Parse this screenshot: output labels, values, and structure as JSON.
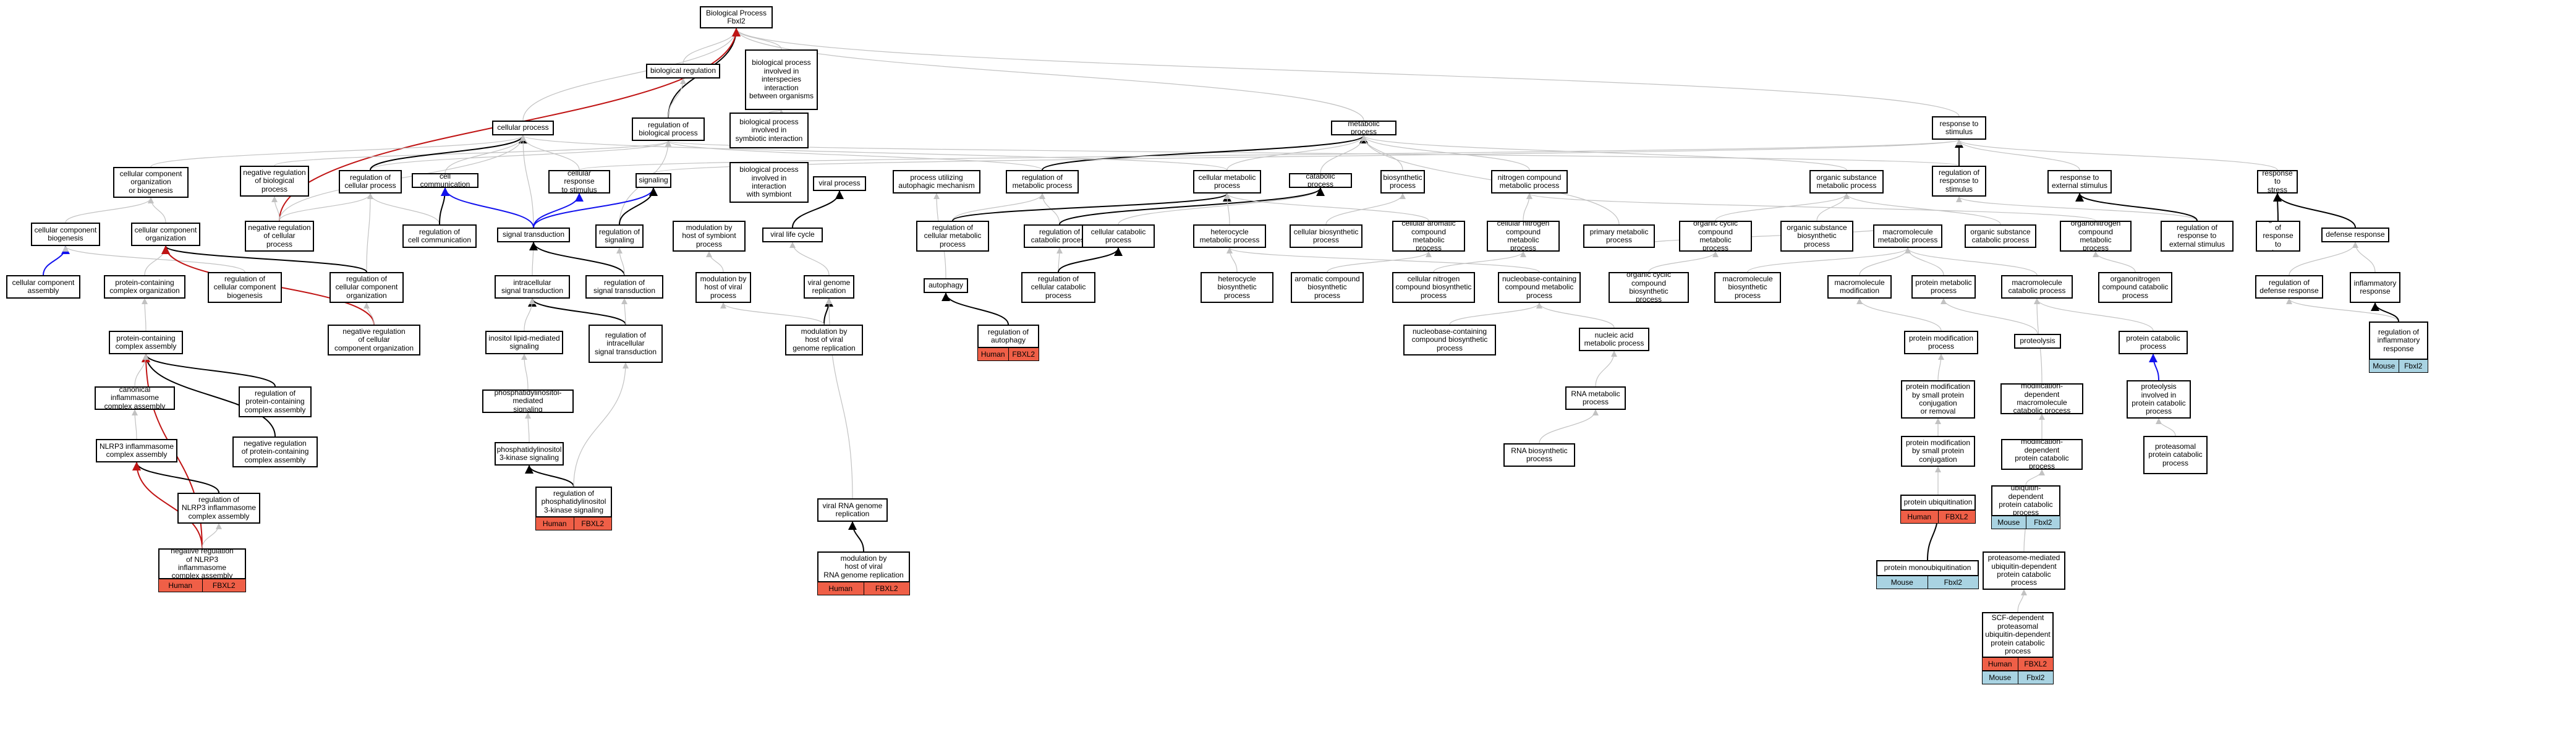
{
  "colors": {
    "edge_default": "#c2c2c2",
    "edge_black": "#000000",
    "edge_blue": "#1212ee",
    "edge_red": "#c01414",
    "human_fill": "#ef5f47",
    "mouse_fill": "#a9d3e2"
  },
  "nodes": [
    {
      "id": "root",
      "label": "Biological Process\nFbxl2"
    },
    {
      "id": "bioreg",
      "label": "biological regulation"
    },
    {
      "id": "interspecies",
      "label": "biological process\ninvolved in\ninterspecies\ninteraction\nbetween organisms"
    },
    {
      "id": "symbiotic",
      "label": "biological process\ninvolved in\nsymbiotic interaction"
    },
    {
      "id": "symbiont",
      "label": "biological process\ninvolved in\ninteraction\nwith symbiont"
    },
    {
      "id": "cellproc",
      "label": "cellular process"
    },
    {
      "id": "regbio",
      "label": "regulation of\nbiological process"
    },
    {
      "id": "metab",
      "label": "metabolic process"
    },
    {
      "id": "respstim",
      "label": "response to\nstimulus"
    },
    {
      "id": "ccorg",
      "label": "cellular component\norganization\nor biogenesis"
    },
    {
      "id": "negregbio",
      "label": "negative regulation\nof biological\nprocess"
    },
    {
      "id": "regcell",
      "label": "regulation of\ncellular process"
    },
    {
      "id": "cellcomm",
      "label": "cell communication"
    },
    {
      "id": "cellresp",
      "label": "cellular response\nto stimulus"
    },
    {
      "id": "signaling",
      "label": "signaling"
    },
    {
      "id": "viralproc",
      "label": "viral process"
    },
    {
      "id": "autophmech",
      "label": "process utilizing\nautophagic mechanism"
    },
    {
      "id": "regmetab",
      "label": "regulation of\nmetabolic process"
    },
    {
      "id": "cellmetab",
      "label": "cellular metabolic\nprocess"
    },
    {
      "id": "catab",
      "label": "catabolic process"
    },
    {
      "id": "biosyn",
      "label": "biosynthetic\nprocess"
    },
    {
      "id": "nitro",
      "label": "nitrogen compound\nmetabolic process"
    },
    {
      "id": "orgsubmetab",
      "label": "organic substance\nmetabolic process"
    },
    {
      "id": "regresp",
      "label": "regulation of\nresponse to\nstimulus"
    },
    {
      "id": "respext",
      "label": "response to\nexternal stimulus"
    },
    {
      "id": "respstress",
      "label": "response to\nstress"
    },
    {
      "id": "ccbiogen",
      "label": "cellular component\nbiogenesis"
    },
    {
      "id": "ccorganization",
      "label": "cellular component\norganization"
    },
    {
      "id": "negregcell",
      "label": "negative regulation\nof cellular\nprocess"
    },
    {
      "id": "regcellcomm",
      "label": "regulation of\ncell communication"
    },
    {
      "id": "sigtrans",
      "label": "signal transduction"
    },
    {
      "id": "regsignaling",
      "label": "regulation of\nsignaling"
    },
    {
      "id": "modsymb",
      "label": "modulation by\nhost of symbiont\nprocess"
    },
    {
      "id": "virallife",
      "label": "viral life cycle"
    },
    {
      "id": "regcellmetab",
      "label": "regulation of\ncellular metabolic\nprocess"
    },
    {
      "id": "regcatab",
      "label": "regulation of\ncatabolic process"
    },
    {
      "id": "cellcatab",
      "label": "cellular catabolic\nprocess"
    },
    {
      "id": "heterocycle",
      "label": "heterocycle\nmetabolic process"
    },
    {
      "id": "cellbiosyn",
      "label": "cellular biosynthetic\nprocess"
    },
    {
      "id": "cellarom",
      "label": "cellular aromatic\ncompound metabolic\nprocess"
    },
    {
      "id": "cellnitro",
      "label": "cellular nitrogen\ncompound metabolic\nprocess"
    },
    {
      "id": "primary",
      "label": "primary metabolic\nprocess"
    },
    {
      "id": "orgcyclic",
      "label": "organic cyclic\ncompound metabolic\nprocess"
    },
    {
      "id": "orgsubbiosyn",
      "label": "organic substance\nbiosynthetic\nprocess"
    },
    {
      "id": "macromol",
      "label": "macromolecule\nmetabolic process"
    },
    {
      "id": "orgsubcatab",
      "label": "organic substance\ncatabolic process"
    },
    {
      "id": "organonitro",
      "label": "organonitrogen\ncompound metabolic\nprocess"
    },
    {
      "id": "regrespext",
      "label": "regulation of\nresponse to\nexternal stimulus"
    },
    {
      "id": "regrespstress",
      "label": "regulation of\nresponse to\nstress"
    },
    {
      "id": "defense",
      "label": "defense response"
    },
    {
      "id": "ccassembly",
      "label": "cellular component\nassembly"
    },
    {
      "id": "pcorg",
      "label": "protein-containing\ncomplex organization"
    },
    {
      "id": "regccbiogen",
      "label": "regulation of\ncellular component\nbiogenesis"
    },
    {
      "id": "regccorg",
      "label": "regulation of\ncellular component\norganization"
    },
    {
      "id": "intrasig",
      "label": "intracellular\nsignal transduction"
    },
    {
      "id": "regsigtrans",
      "label": "regulation of\nsignal transduction"
    },
    {
      "id": "modviral",
      "label": "modulation by\nhost of viral\nprocess"
    },
    {
      "id": "viralgenrep",
      "label": "viral genome\nreplication"
    },
    {
      "id": "autophagy",
      "label": "autophagy"
    },
    {
      "id": "regcellcatab",
      "label": "regulation of\ncellular catabolic\nprocess"
    },
    {
      "id": "heterobiosyn",
      "label": "heterocycle\nbiosynthetic\nprocess"
    },
    {
      "id": "arombiosyn",
      "label": "aromatic compound\nbiosynthetic\nprocess"
    },
    {
      "id": "cellnitrobiosyn",
      "label": "cellular nitrogen\ncompound biosynthetic\nprocess"
    },
    {
      "id": "nucbase",
      "label": "nucleobase-containing\ncompound metabolic\nprocess"
    },
    {
      "id": "orgcyclicbiosyn",
      "label": "organic cyclic\ncompound biosynthetic\nprocess"
    },
    {
      "id": "macromolbiosyn",
      "label": "macromolecule\nbiosynthetic\nprocess"
    },
    {
      "id": "macromolmod",
      "label": "macromolecule\nmodification"
    },
    {
      "id": "protmetab",
      "label": "protein metabolic\nprocess"
    },
    {
      "id": "macromolcatab",
      "label": "macromolecule\ncatabolic process"
    },
    {
      "id": "organonitrocatab",
      "label": "organonitrogen\ncompound catabolic\nprocess"
    },
    {
      "id": "regdefense",
      "label": "regulation of\ndefense response"
    },
    {
      "id": "inflam",
      "label": "inflammatory\nresponse"
    },
    {
      "id": "pcassembly",
      "label": "protein-containing\ncomplex assembly"
    },
    {
      "id": "negregccorg",
      "label": "negative regulation\nof cellular\ncomponent organization"
    },
    {
      "id": "regintrasig",
      "label": "regulation of\nintracellular\nsignal transduction"
    },
    {
      "id": "modviralgen",
      "label": "modulation by\nhost of viral\ngenome replication"
    },
    {
      "id": "regautophagy",
      "label": "regulation of\nautophagy"
    },
    {
      "id": "nucbasebiosyn",
      "label": "nucleobase-containing\ncompound biosynthetic\nprocess"
    },
    {
      "id": "nucacid",
      "label": "nucleic acid\nmetabolic process"
    },
    {
      "id": "protmod",
      "label": "protein modification\nprocess"
    },
    {
      "id": "proteolysis",
      "label": "proteolysis"
    },
    {
      "id": "protcatab",
      "label": "protein catabolic\nprocess"
    },
    {
      "id": "reginflam",
      "label": "regulation of\ninflammatory\nresponse"
    },
    {
      "id": "canoninflam",
      "label": "canonical inflammasome\ncomplex assembly"
    },
    {
      "id": "inositol",
      "label": "inositol lipid-mediated\nsignaling"
    },
    {
      "id": "regpcassembly",
      "label": "regulation of\nprotein-containing\ncomplex assembly"
    },
    {
      "id": "phosmed",
      "label": "phosphatidylinositol-mediated\nsignaling"
    },
    {
      "id": "rnametab",
      "label": "RNA metabolic\nprocess"
    },
    {
      "id": "protmodsmall",
      "label": "protein modification\nby small protein\nconjugation\nor removal"
    },
    {
      "id": "moddep",
      "label": "modification-dependent\nmacromolecule\ncatabolic process"
    },
    {
      "id": "proteolysiscatab",
      "label": "proteolysis\ninvolved in\nprotein catabolic\nprocess"
    },
    {
      "id": "nlrp3",
      "label": "NLRP3 inflammasome\ncomplex assembly"
    },
    {
      "id": "negregpcassembly",
      "label": "negative regulation\nof protein-containing\ncomplex assembly"
    },
    {
      "id": "pi3k",
      "label": "phosphatidylinositol\n3-kinase signaling"
    },
    {
      "id": "rnabiosyn",
      "label": "RNA biosynthetic\nprocess"
    },
    {
      "id": "protmodconj",
      "label": "protein modification\nby small protein\nconjugation"
    },
    {
      "id": "moddepprot",
      "label": "modification-dependent\nprotein catabolic\nprocess"
    },
    {
      "id": "proteasomal",
      "label": "proteasomal\nprotein catabolic\nprocess"
    },
    {
      "id": "regnlrp3",
      "label": "regulation of\nNLRP3 inflammasome\ncomplex assembly"
    },
    {
      "id": "regpi3k",
      "label": "regulation of\nphosphatidylinositol\n3-kinase signaling"
    },
    {
      "id": "viralrna",
      "label": "viral RNA genome\nreplication"
    },
    {
      "id": "protubiq",
      "label": "protein ubiquitination"
    },
    {
      "id": "ubiqdep",
      "label": "ubiquitin-dependent\nprotein catabolic\nprocess"
    },
    {
      "id": "negregnlrp3",
      "label": "negative regulation\nof NLRP3 inflammasome\ncomplex assembly"
    },
    {
      "id": "modviralrna",
      "label": "modulation by\nhost of viral\nRNA genome replication"
    },
    {
      "id": "protmonoubiq",
      "label": "protein monoubiquitination"
    },
    {
      "id": "proteasomemed",
      "label": "proteasome-mediated\nubiquitin-dependent\nprotein catabolic\nprocess"
    },
    {
      "id": "scfdep",
      "label": "SCF-dependent\nproteasomal\nubiquitin-dependent\nprotein catabolic\nprocess"
    }
  ],
  "annotations": [
    {
      "node": "negregnlrp3",
      "rows": [
        [
          "Human",
          "FBXL2"
        ]
      ]
    },
    {
      "node": "regpi3k",
      "rows": [
        [
          "Human",
          "FBXL2"
        ]
      ]
    },
    {
      "node": "modviralrna",
      "rows": [
        [
          "Human",
          "FBXL2"
        ]
      ]
    },
    {
      "node": "regautophagy",
      "rows": [
        [
          "Human",
          "FBXL2"
        ]
      ]
    },
    {
      "node": "protubiq",
      "rows": [
        [
          "Human",
          "FBXL2"
        ]
      ]
    },
    {
      "node": "protmonoubiq",
      "rows": [
        [
          "Mouse",
          "Fbxl2"
        ]
      ]
    },
    {
      "node": "ubiqdep",
      "rows": [
        [
          "Mouse",
          "Fbxl2"
        ]
      ]
    },
    {
      "node": "scfdep",
      "rows": [
        [
          "Human",
          "FBXL2"
        ],
        [
          "Mouse",
          "Fbxl2"
        ]
      ]
    },
    {
      "node": "reginflam",
      "rows": [
        [
          "Mouse",
          "Fbxl2"
        ]
      ]
    }
  ],
  "edges": [
    [
      "bioreg",
      "root",
      "g"
    ],
    [
      "interspecies",
      "root",
      "g"
    ],
    [
      "cellproc",
      "root",
      "g"
    ],
    [
      "regbio",
      "root",
      "k"
    ],
    [
      "metab",
      "root",
      "g"
    ],
    [
      "respstim",
      "root",
      "g"
    ],
    [
      "negregcell",
      "root",
      "r"
    ],
    [
      "symbiotic",
      "interspecies",
      "g"
    ],
    [
      "symbont_placeholder",
      "symbiotic",
      "g"
    ],
    [
      "regbio",
      "bioreg",
      "g"
    ],
    [
      "negregbio",
      "regbio",
      "g"
    ],
    [
      "regcell",
      "regbio",
      "g"
    ],
    [
      "regsignaling",
      "regbio",
      "g"
    ],
    [
      "regmetab",
      "regbio",
      "g"
    ],
    [
      "regresp",
      "regbio",
      "g"
    ],
    [
      "ccorg",
      "cellproc",
      "g"
    ],
    [
      "regcell",
      "cellproc",
      "k"
    ],
    [
      "cellcomm",
      "cellproc",
      "g"
    ],
    [
      "cellresp",
      "cellproc",
      "g"
    ],
    [
      "sigtrans",
      "cellproc",
      "g"
    ],
    [
      "cellmetab",
      "cellproc",
      "g"
    ],
    [
      "negregcell",
      "cellproc",
      "g"
    ],
    [
      "regmetab",
      "metab",
      "k"
    ],
    [
      "cellmetab",
      "metab",
      "g"
    ],
    [
      "catab",
      "metab",
      "g"
    ],
    [
      "biosyn",
      "metab",
      "g"
    ],
    [
      "nitro",
      "metab",
      "g"
    ],
    [
      "orgsubmetab",
      "metab",
      "g"
    ],
    [
      "regresp",
      "respstim",
      "k"
    ],
    [
      "respext",
      "respstim",
      "g"
    ],
    [
      "respstress",
      "respstim",
      "g"
    ],
    [
      "cellresp",
      "respstim",
      "g"
    ],
    [
      "signaling",
      "respstim",
      "g"
    ],
    [
      "ccbiogen",
      "ccorg",
      "g"
    ],
    [
      "ccorganization",
      "ccorg",
      "g"
    ],
    [
      "negregcell",
      "negregbio",
      "g"
    ],
    [
      "negregcell",
      "regcell",
      "g"
    ],
    [
      "regcellcomm",
      "regcell",
      "g"
    ],
    [
      "regccorg",
      "regcell",
      "g"
    ],
    [
      "regcellcomm",
      "cellcomm",
      "k"
    ],
    [
      "sigtrans",
      "cellcomm",
      "b"
    ],
    [
      "sigtrans",
      "cellresp",
      "b"
    ],
    [
      "sigtrans",
      "signaling",
      "b"
    ],
    [
      "regsignaling",
      "signaling",
      "k"
    ],
    [
      "virallife",
      "viralproc",
      "k"
    ],
    [
      "autophagy",
      "autophmech",
      "g"
    ],
    [
      "regcellmetab",
      "regmetab",
      "g"
    ],
    [
      "regcatab",
      "regmetab",
      "g"
    ],
    [
      "regcellmetab",
      "cellmetab",
      "k"
    ],
    [
      "cellcatab",
      "catab",
      "g"
    ],
    [
      "regcatab",
      "catab",
      "k"
    ],
    [
      "cellbiosyn",
      "biosyn",
      "g"
    ],
    [
      "heterocycle",
      "cellmetab",
      "g"
    ],
    [
      "cellarom",
      "cellmetab",
      "g"
    ],
    [
      "cellnitro",
      "nitro",
      "g"
    ],
    [
      "primary",
      "metab",
      "g"
    ],
    [
      "orgcyclic",
      "orgsubmetab",
      "g"
    ],
    [
      "orgsubbiosyn",
      "orgsubmetab",
      "g"
    ],
    [
      "macromol",
      "primary",
      "g"
    ],
    [
      "orgsubcatab",
      "orgsubmetab",
      "g"
    ],
    [
      "organonitro",
      "nitro",
      "g"
    ],
    [
      "regrespext",
      "regresp",
      "g"
    ],
    [
      "regrespext",
      "respext",
      "k"
    ],
    [
      "regrespstress",
      "respstress",
      "k"
    ],
    [
      "defense",
      "respstress",
      "k"
    ],
    [
      "ccassembly",
      "ccbiogen",
      "b"
    ],
    [
      "pcorg",
      "ccorganization",
      "g"
    ],
    [
      "regccbiogen",
      "ccbiogen",
      "g"
    ],
    [
      "regccorg",
      "ccorganization",
      "k"
    ],
    [
      "negregccorg",
      "ccorganization",
      "r"
    ],
    [
      "intrasig",
      "sigtrans",
      "g"
    ],
    [
      "regsigtrans",
      "sigtrans",
      "k"
    ],
    [
      "regsigtrans",
      "regsignaling",
      "g"
    ],
    [
      "modviral",
      "modsymb",
      "g"
    ],
    [
      "viralgenrep",
      "virallife",
      "g"
    ],
    [
      "modviralgen",
      "viralgenrep",
      "k"
    ],
    [
      "regautophagy",
      "autophagy",
      "k"
    ],
    [
      "regcellcatab",
      "regcatab",
      "g"
    ],
    [
      "regcellcatab",
      "cellcatab",
      "k"
    ],
    [
      "heterobiosyn",
      "heterocycle",
      "g"
    ],
    [
      "arombiosyn",
      "cellarom",
      "g"
    ],
    [
      "cellnitrobiosyn",
      "cellnitro",
      "g"
    ],
    [
      "nucbase",
      "heterocycle",
      "g"
    ],
    [
      "orgcyclicbiosyn",
      "orgcyclic",
      "g"
    ],
    [
      "macromolbiosyn",
      "macromol",
      "g"
    ],
    [
      "macromolmod",
      "macromol",
      "g"
    ],
    [
      "protmetab",
      "macromol",
      "g"
    ],
    [
      "macromolcatab",
      "macromol",
      "g"
    ],
    [
      "organonitrocatab",
      "organonitro",
      "g"
    ],
    [
      "regdefense",
      "defense",
      "g"
    ],
    [
      "inflam",
      "defense",
      "g"
    ],
    [
      "reginflam",
      "regdefense",
      "g"
    ],
    [
      "reginflam",
      "inflam",
      "k"
    ],
    [
      "pcassembly",
      "pcorg",
      "g"
    ],
    [
      "regpcassembly",
      "pcassembly",
      "k"
    ],
    [
      "negregpcassembly",
      "pcassembly",
      "k"
    ],
    [
      "negregnlrp3",
      "pcassembly",
      "r"
    ],
    [
      "negregccorg",
      "regccorg",
      "g"
    ],
    [
      "regintrasig",
      "intrasig",
      "k"
    ],
    [
      "regintrasig",
      "regsigtrans",
      "g"
    ],
    [
      "inositol",
      "intrasig",
      "g"
    ],
    [
      "phosmed",
      "inositol",
      "g"
    ],
    [
      "pi3k",
      "phosmed",
      "g"
    ],
    [
      "regpi3k",
      "pi3k",
      "k"
    ],
    [
      "regpi3k",
      "regintrasig",
      "g"
    ],
    [
      "modviralgen",
      "modviral",
      "g"
    ],
    [
      "nucbasebiosyn",
      "nucbase",
      "g"
    ],
    [
      "nucacid",
      "nucbase",
      "g"
    ],
    [
      "rnametab",
      "nucacid",
      "g"
    ],
    [
      "rnabiosyn",
      "rnametab",
      "g"
    ],
    [
      "viralrna",
      "viralgenrep",
      "g"
    ],
    [
      "modviralrna",
      "viralrna",
      "k"
    ],
    [
      "protmod",
      "macromolmod",
      "g"
    ],
    [
      "protmodsmall",
      "protmod",
      "g"
    ],
    [
      "protmodconj",
      "protmodsmall",
      "g"
    ],
    [
      "protubiq",
      "protmodconj",
      "g"
    ],
    [
      "protmonoubiq",
      "protubiq",
      "k"
    ],
    [
      "proteolysis",
      "protmetab",
      "g"
    ],
    [
      "protcatab",
      "macromolcatab",
      "g"
    ],
    [
      "proteolysiscatab",
      "protcatab",
      "b"
    ],
    [
      "moddep",
      "macromolcatab",
      "g"
    ],
    [
      "moddepprot",
      "moddep",
      "g"
    ],
    [
      "proteasomal",
      "proteolysiscatab",
      "g"
    ],
    [
      "ubiqdep",
      "moddepprot",
      "g"
    ],
    [
      "proteasomemed",
      "ubiqdep",
      "g"
    ],
    [
      "scfdep",
      "proteasomemed",
      "g"
    ],
    [
      "canoninflam",
      "pcassembly",
      "g"
    ],
    [
      "nlrp3",
      "canoninflam",
      "g"
    ],
    [
      "regnlrp3",
      "nlrp3",
      "k"
    ],
    [
      "negregnlrp3",
      "nlrp3",
      "r"
    ],
    [
      "negregnlrp3",
      "regnlrp3",
      "g"
    ]
  ]
}
